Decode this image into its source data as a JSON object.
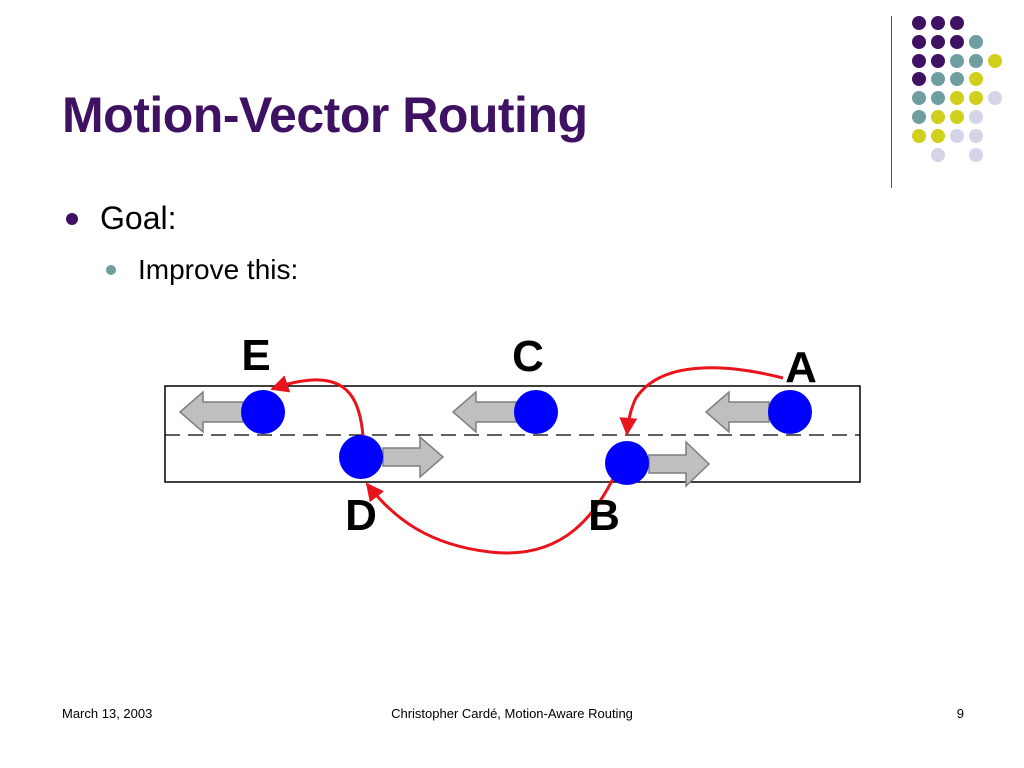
{
  "slide": {
    "title": "Motion-Vector Routing",
    "bullets": [
      {
        "level": 1,
        "text": "Goal:"
      },
      {
        "level": 2,
        "text": "Improve this:"
      }
    ]
  },
  "diagram": {
    "nodes": [
      {
        "id": "E",
        "label": "E",
        "lane": "top",
        "direction": "left"
      },
      {
        "id": "C",
        "label": "C",
        "lane": "top",
        "direction": "left"
      },
      {
        "id": "A",
        "label": "A",
        "lane": "top",
        "direction": "left"
      },
      {
        "id": "D",
        "label": "D",
        "lane": "bottom",
        "direction": "right"
      },
      {
        "id": "B",
        "label": "B",
        "lane": "bottom",
        "direction": "right"
      }
    ],
    "route": [
      "A",
      "B",
      "D",
      "E"
    ],
    "colors": {
      "node": "#0000ff",
      "arrow_fill": "#bfbfbf",
      "arrow_stroke": "#7f7f7f",
      "route": "#e8141b",
      "road_border": "#000000"
    }
  },
  "decoration": {
    "palette": {
      "purple": "#3f1162",
      "teal": "#6f9ea1",
      "yellow": "#cfcf1c",
      "lavender": "#d4d4e6"
    }
  },
  "footer": {
    "date": "March 13, 2003",
    "center": "Christopher Cardé, Motion-Aware Routing",
    "page": "9"
  }
}
